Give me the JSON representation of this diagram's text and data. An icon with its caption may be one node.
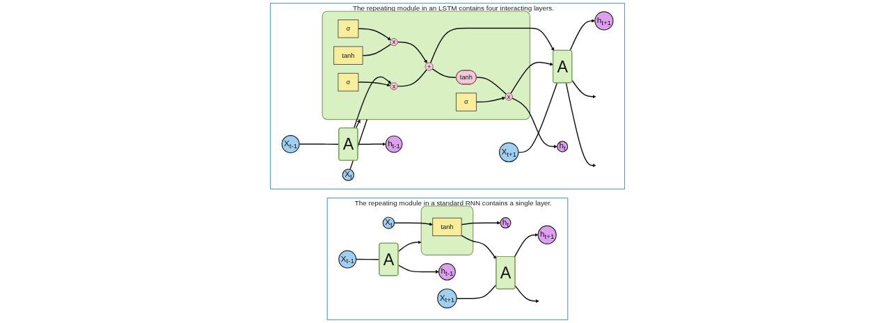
{
  "diagram": {
    "nodes": [
      {
        "text": [
          "The repeating module in a standard RNN contains a single layer."
        ]
      },
      {
        "text": [
          "h$_{t-1}$"
        ],
        "in": 0
      },
      {
        "text": [
          "h$_{t}$"
        ],
        "in": 0
      },
      {
        "text": [
          "h$_{t+1}$"
        ],
        "in": 0
      },
      {
        "text": [
          "A"
        ],
        "in": 0
      },
      {
        "text": [],
        "shape": "box",
        "in": 0
      },
      {
        "text": [
          "tanh"
        ],
        "in": 5
      },
      {
        "text": [
          "A"
        ],
        "in": 0
      },
      {
        "text": [
          "X$_{t-1}$"
        ],
        "in": 0
      },
      {
        "text": [
          "X$_{t}$"
        ],
        "in": 0
      },
      {
        "text": [
          "X$_{t+1}$"
        ],
        "in": 0
      },
      {
        "text": [
          "The repeating module in an LSTM contains four interacting layers."
        ]
      },
      {
        "text": [
          "h$_{t-1}$"
        ],
        "in": 11
      },
      {
        "text": [
          "h$_{t}$"
        ],
        "in": 11
      },
      {
        "text": [
          "h$_{t+1}$"
        ],
        "in": 11
      },
      {
        "text": [
          "A"
        ],
        "in": 11
      },
      {
        "text": [],
        "shape": "box",
        "in": 11
      },
      {
        "text": [
          "x"
        ],
        "in": 16
      },
      {
        "text": [
          "+"
        ],
        "in": 16
      },
      {
        "text": [
          "tanh"
        ],
        "in": 16
      },
      {
        "text": [
          "x"
        ],
        "in": 16
      },
      {
        "text": [
          "x"
        ],
        "in": 16
      },
      {
        "text": [
          "σ"
        ],
        "in": 16
      },
      {
        "text": [
          "σ"
        ],
        "in": 16
      },
      {
        "text": [
          "tanh"
        ],
        "in": 16
      },
      {
        "text": [
          "σ"
        ],
        "in": 16
      },
      {
        "text": [
          "A"
        ],
        "in": 11
      },
      {
        "text": [
          "X$_{t-1}$"
        ],
        "in": 11
      },
      {
        "text": [
          "X$_{t}$"
        ],
        "in": 11
      },
      {
        "text": [
          "X$_{t+1}$"
        ],
        "in": 11
      }
    ],
    "edges": [
      {
        "from": 8,
        "to": 4,
        "arrow": "none"
      },
      {
        "from": 4,
        "to": 1,
        "arrow": "to"
      },
      {
        "from": 4,
        "to": 5,
        "arrow": "to"
      },
      {
        "from": 9,
        "to": 6,
        "arrow": "to"
      },
      {
        "from": 6,
        "to": 2,
        "arrow": "to"
      },
      {
        "from": 6,
        "to": 7,
        "arrow": "to"
      },
      {
        "from": 7,
        "to": 3,
        "arrow": "to"
      },
      {
        "from": 7,
        "to": null,
        "arrow": "to"
      },
      {
        "from": 10,
        "to": 7,
        "arrow": "none"
      },
      {
        "from": 27,
        "to": 15,
        "arrow": "none"
      },
      {
        "from": 15,
        "to": 12,
        "arrow": "to"
      },
      {
        "from": 15,
        "to": 17,
        "arrow": "to"
      },
      {
        "from": 15,
        "to": 16,
        "arrow": "to"
      },
      {
        "from": 28,
        "to": 16,
        "arrow": "none"
      },
      {
        "from": 22,
        "to": 17,
        "arrow": "to"
      },
      {
        "from": 23,
        "to": 20,
        "arrow": "to"
      },
      {
        "from": 24,
        "to": 20,
        "arrow": "none"
      },
      {
        "from": 20,
        "to": 18,
        "arrow": "to"
      },
      {
        "from": 17,
        "to": 18,
        "arrow": "none"
      },
      {
        "from": 18,
        "to": 19,
        "arrow": "none"
      },
      {
        "from": 19,
        "to": 21,
        "arrow": "none"
      },
      {
        "from": 25,
        "to": 21,
        "arrow": "to"
      },
      {
        "from": 18,
        "to": 26,
        "arrow": "to"
      },
      {
        "from": 21,
        "to": 26,
        "arrow": "to"
      },
      {
        "from": 21,
        "to": 13,
        "arrow": "to"
      },
      {
        "from": 26,
        "to": 14,
        "arrow": "to"
      },
      {
        "from": 26,
        "to": null,
        "arrow": "to"
      },
      {
        "from": 26,
        "to": null,
        "arrow": "to"
      },
      {
        "from": 29,
        "to": 26,
        "arrow": "none"
      }
    ]
  }
}
